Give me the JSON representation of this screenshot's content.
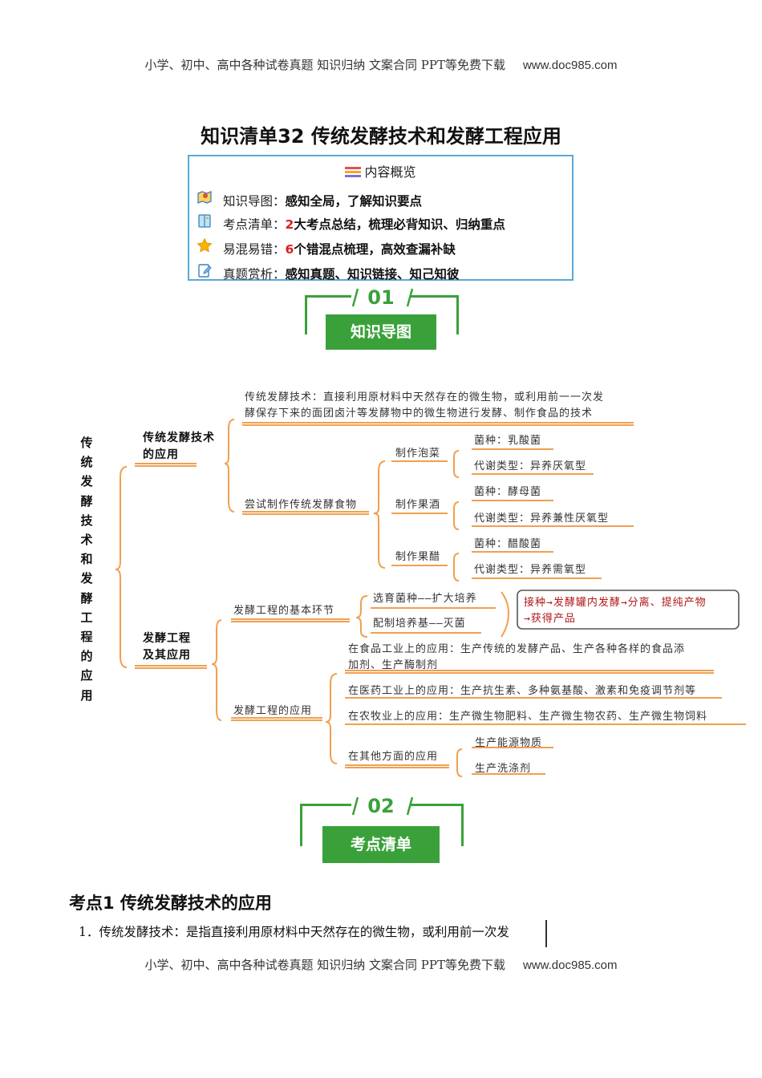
{
  "header_text": "小学、初中、高中各种试卷真题  知识归纳  文案合同  PPT等免费下载",
  "header_site": "www.doc985.com",
  "footer_text": "小学、初中、高中各种试卷真题  知识归纳  文案合同  PPT等免费下载",
  "footer_site": "www.doc985.com",
  "title": "知识清单32 传统发酵技术和发酵工程应用",
  "overview": {
    "heading": "内容概览",
    "rows": [
      {
        "key": "知识导图：",
        "num": "",
        "value": "感知全局，了解知识要点"
      },
      {
        "key": "考点清单：",
        "num": "2",
        "value": "大考点总结，梳理必背知识、归纳重点"
      },
      {
        "key": "易混易错：",
        "num": "6",
        "value": "个错混点梳理，高效查漏补缺"
      },
      {
        "key": "真题赏析：",
        "num": "",
        "value": "感知真题、知识链接、知己知彼"
      }
    ]
  },
  "badges": [
    {
      "number": "01",
      "label": "知识导图"
    },
    {
      "number": "02",
      "label": "考点清单"
    }
  ],
  "mindmap": {
    "root": "传统发酵技术和发酵工程的应用",
    "branch1": "传统发酵技术的应用",
    "branch1_def_line1": "传统发酵技术：直接利用原材料中天然存在的微生物，或利用前一一次发",
    "branch1_def_line2": "酵保存下来的面团卤汁等发酵物中的微生物进行发酵、制作食品的技术",
    "branch1_try": "尝试制作传统发酵食物",
    "foods": [
      {
        "name": "制作泡菜",
        "strain": "菌种：乳酸菌",
        "metab": "代谢类型：异养厌氧型"
      },
      {
        "name": "制作果酒",
        "strain": "菌种：酵母菌",
        "metab": "代谢类型：异养兼性厌氧型"
      },
      {
        "name": "制作果醋",
        "strain": "菌种：醋酸菌",
        "metab": "代谢类型：异养需氧型"
      }
    ],
    "branch2": "发酵工程及其应用",
    "basic": "发酵工程的基本环节",
    "basic_steps": [
      "选育菌种——扩大培养",
      "配制培养基——灭菌"
    ],
    "basic_next_line1": "接种→发酵罐内发酵→分离、提纯产物",
    "basic_next_line2": "→获得产品",
    "apps": "发酵工程的应用",
    "food_app_line1": "在食品工业上的应用：生产传统的发酵产品、生产各种各样的食品添",
    "food_app_line2": "加剂、生产酶制剂",
    "med_app": "在医药工业上的应用：生产抗生素、多种氨基酸、激素和免疫调节剂等",
    "agri_app": "在农牧业上的应用：生产微生物肥料、生产微生物农药、生产微生物饲料",
    "other_app": "在其他方面的应用",
    "other_items": [
      "生产能源物质",
      "生产洗涤剂"
    ]
  },
  "section1": "考点1  传统发酵技术的应用",
  "para1": "1．传统发酵技术：是指直接利用原材料中天然存在的微生物，或利用前一次发"
}
